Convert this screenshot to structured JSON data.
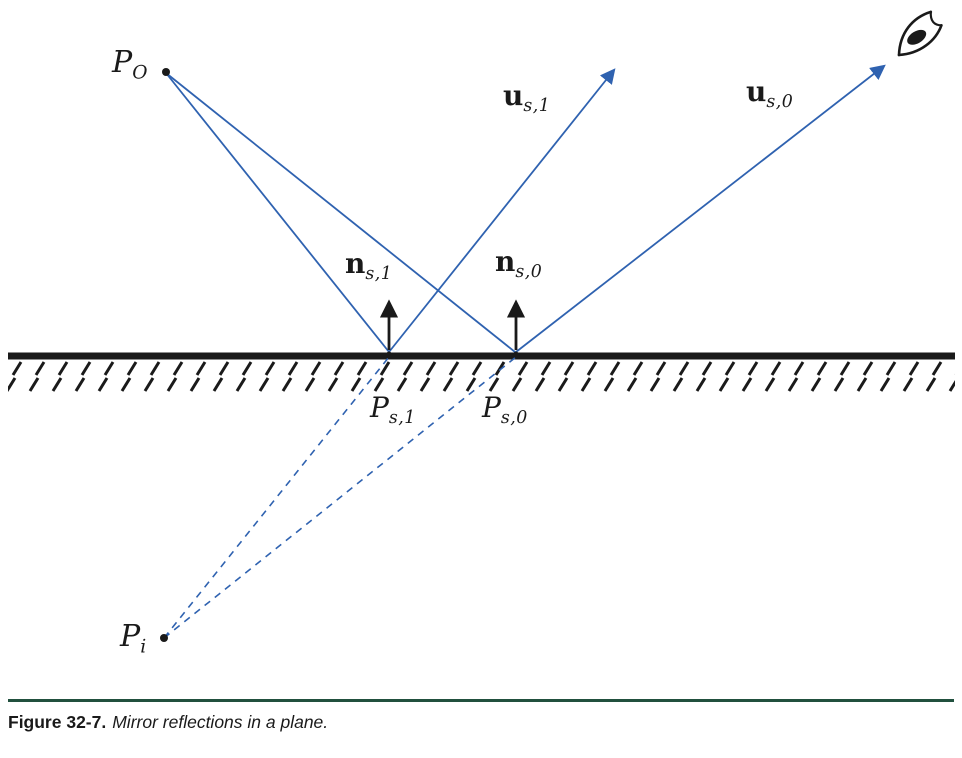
{
  "figure": {
    "caption_label": "Figure 32-7.",
    "caption_text": "Mirror reflections in a plane."
  },
  "labels": {
    "p_o": {
      "main": "P",
      "sub": "O"
    },
    "p_i": {
      "main": "P",
      "sub": "i"
    },
    "p_s1": {
      "main": "P",
      "sub": "s,1"
    },
    "p_s0": {
      "main": "P",
      "sub": "s,0"
    },
    "u_s1": {
      "main": "u",
      "sub": "s,1"
    },
    "u_s0": {
      "main": "u",
      "sub": "s,0"
    },
    "n_s1": {
      "main": "n",
      "sub": "s,1"
    },
    "n_s0": {
      "main": "n",
      "sub": "s,0"
    }
  },
  "colors": {
    "ray_blue": "#2f62b0",
    "ink": "#1a1a1a",
    "rule_green": "#21503e"
  }
}
